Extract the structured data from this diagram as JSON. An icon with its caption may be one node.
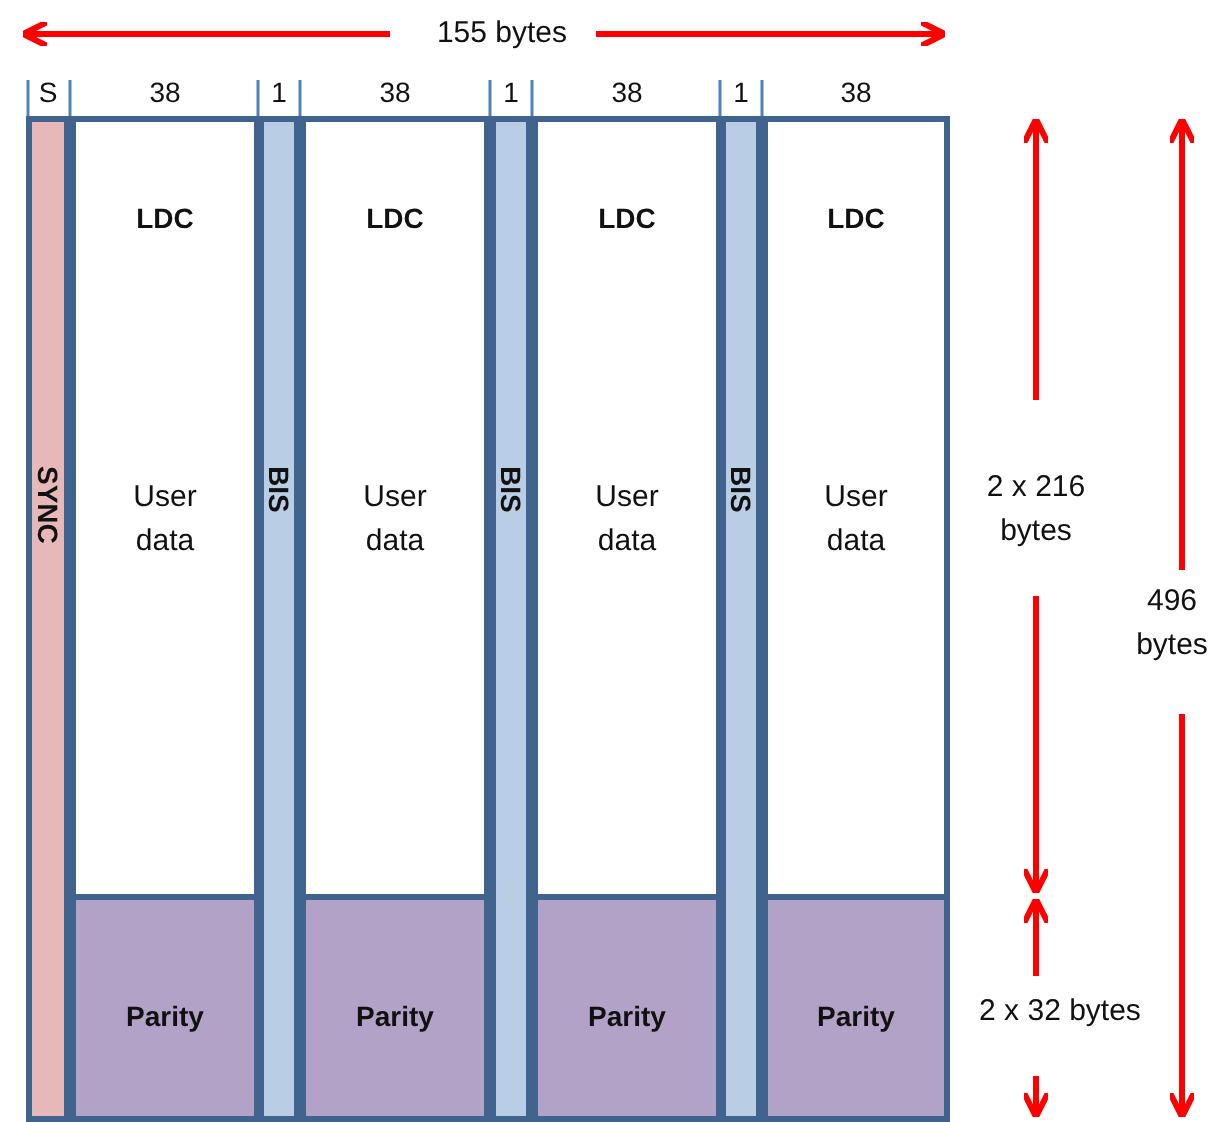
{
  "diagram": {
    "nodes": [
      {
        "text": [
          "SYNC"
        ]
      },
      {
        "text": [
          "LDC",
          "User data"
        ]
      },
      {
        "text": [
          "Parity"
        ]
      },
      {
        "text": [
          "BIS"
        ]
      },
      {
        "text": [
          "LDC",
          "User data"
        ]
      },
      {
        "text": [
          "Parity"
        ]
      },
      {
        "text": [
          "BIS"
        ]
      },
      {
        "text": [
          "LDC",
          "User data"
        ]
      },
      {
        "text": [
          "Parity"
        ]
      },
      {
        "text": [
          "BIS"
        ]
      },
      {
        "text": [
          "LDC",
          "User data"
        ]
      },
      {
        "text": [
          "Parity"
        ]
      }
    ],
    "edges": [],
    "labels": [
      "155 bytes",
      "S",
      "38",
      "1",
      "38",
      "1",
      "38",
      "1",
      "38",
      "2 x 216 bytes",
      "496 bytes",
      "2 x 32 bytes"
    ]
  }
}
